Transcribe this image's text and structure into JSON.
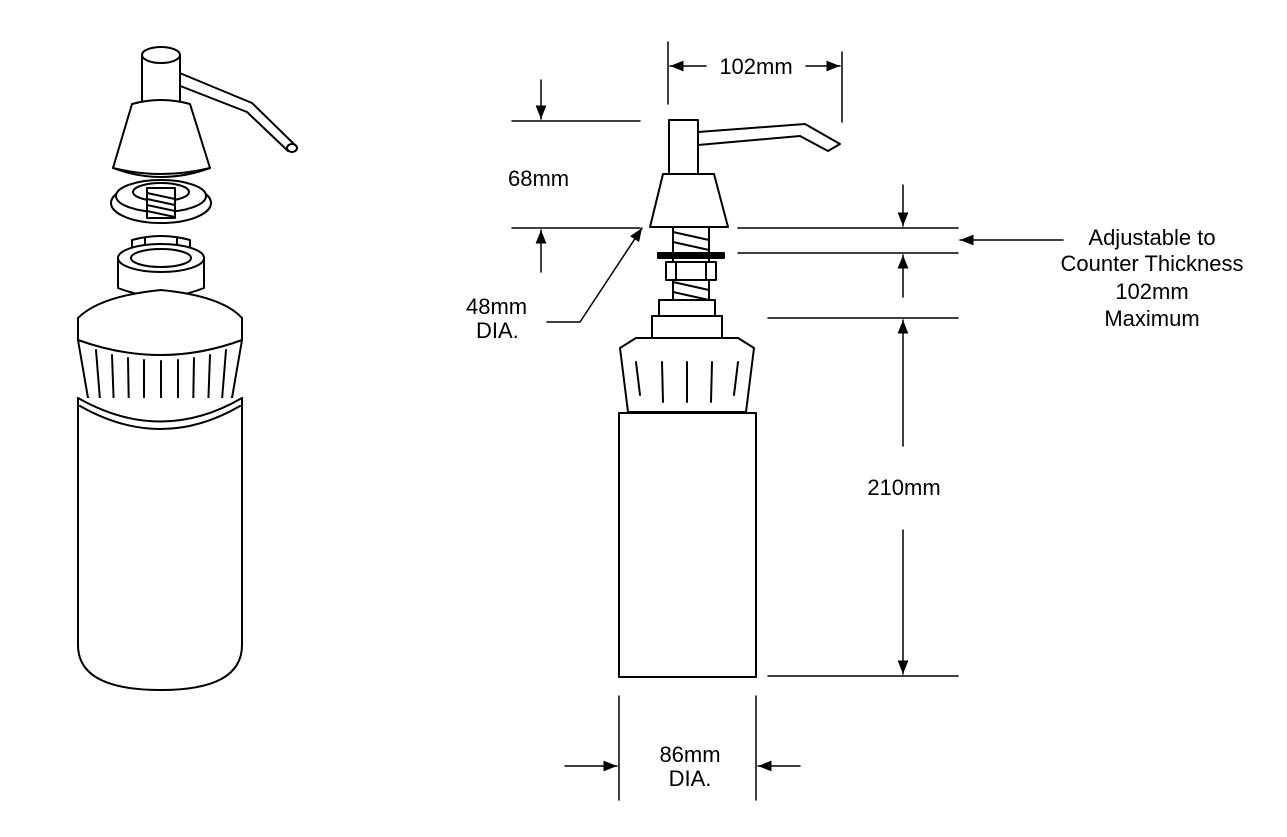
{
  "labels": {
    "spout_reach": "102mm",
    "head_height": "68mm",
    "flange_dia_line1": "48mm",
    "flange_dia_line2": "DIA.",
    "adjust_line1": "Adjustable to",
    "adjust_line2": "Counter Thickness",
    "adjust_line3": "102mm",
    "adjust_line4": "Maximum",
    "bottle_height": "210mm",
    "bottle_dia_line1": "86mm",
    "bottle_dia_line2": "DIA."
  },
  "colors": {
    "ink": "#000000",
    "paper": "#ffffff"
  }
}
